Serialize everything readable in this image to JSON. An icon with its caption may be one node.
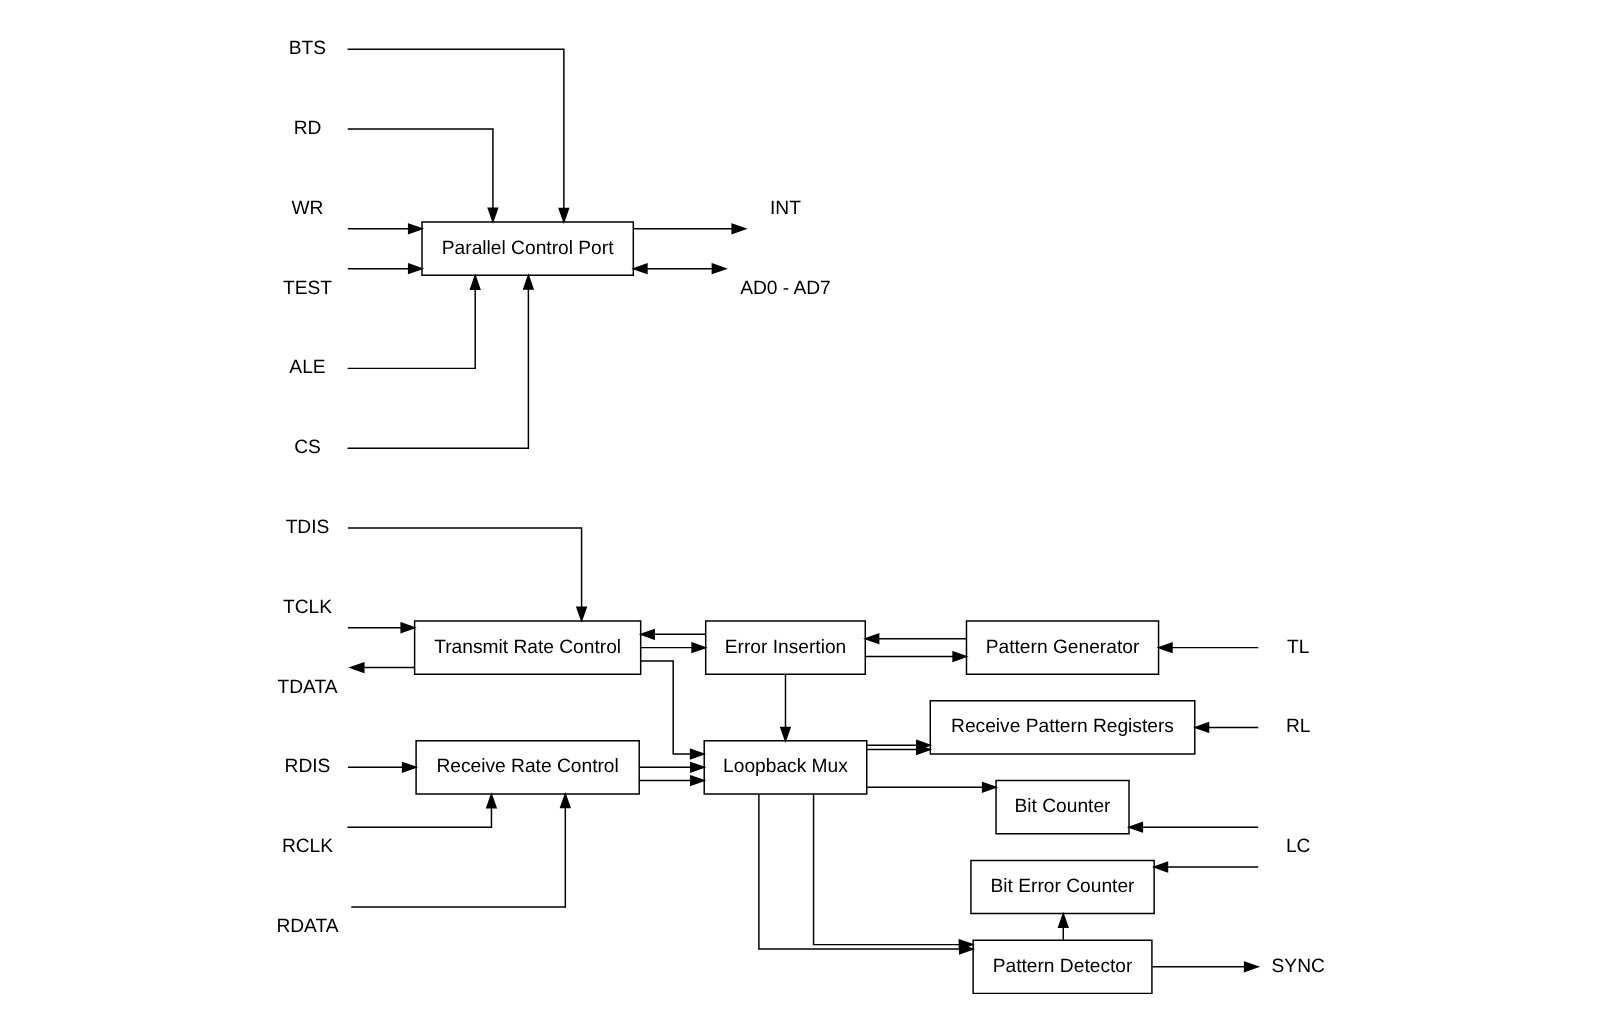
{
  "diagram": {
    "nodes": [
      {
        "text": [
          "RDIS"
        ]
      },
      {
        "text": [
          "RCLK"
        ]
      },
      {
        "text": [
          "RDATA"
        ]
      },
      {
        "text": [
          "Receive Rate Control"
        ]
      },
      {
        "text": [
          "Loopback Mux"
        ]
      },
      {
        "text": [
          "Bit Error Counter"
        ]
      },
      {
        "text": [
          "Bit Counter"
        ]
      },
      {
        "text": [
          "LC"
        ]
      },
      {
        "text": [
          "Pattern Detector"
        ]
      },
      {
        "text": [
          "SYNC"
        ]
      },
      {
        "text": [
          "Receive Pattern Registers"
        ]
      },
      {
        "text": [
          "RL"
        ]
      },
      {
        "text": [
          "TDIS"
        ]
      },
      {
        "text": [
          "TCLK"
        ]
      },
      {
        "text": [
          "TDATA"
        ]
      },
      {
        "text": [
          "Transmit Rate Control"
        ]
      },
      {
        "text": [
          "Error Insertion"
        ]
      },
      {
        "text": [
          "Pattern Generator"
        ]
      },
      {
        "text": [
          "TL"
        ]
      },
      {
        "text": [
          "Parallel Control Port"
        ]
      },
      {
        "text": [
          "BTS"
        ]
      },
      {
        "text": [
          "RD"
        ]
      },
      {
        "text": [
          "WR"
        ]
      },
      {
        "text": [
          "TEST"
        ]
      },
      {
        "text": [
          "ALE"
        ]
      },
      {
        "text": [
          "CS"
        ]
      },
      {
        "text": [
          "INT"
        ]
      },
      {
        "text": [
          "AD0 - AD7"
        ]
      }
    ],
    "edges": [
      {
        "from": 0,
        "to": 3,
        "arrow": "to"
      },
      {
        "from": 1,
        "to": 3,
        "arrow": "to"
      },
      {
        "from": 2,
        "to": 3,
        "arrow": "to"
      },
      {
        "from": 3,
        "to": 4,
        "arrow": "to"
      },
      {
        "from": 3,
        "to": 4,
        "arrow": "to"
      },
      {
        "from": 4,
        "to": 8,
        "arrow": "to"
      },
      {
        "from": 4,
        "to": 6,
        "arrow": "to"
      },
      {
        "from": 4,
        "to": 10,
        "arrow": "to"
      },
      {
        "from": 4,
        "to": 8,
        "arrow": "to"
      },
      {
        "from": 4,
        "to": 10,
        "arrow": "to"
      },
      {
        "from": 8,
        "to": 5,
        "arrow": "to"
      },
      {
        "from": 7,
        "to": 5,
        "arrow": "to"
      },
      {
        "from": 7,
        "to": 6,
        "arrow": "to"
      },
      {
        "from": 8,
        "to": 9,
        "arrow": "to"
      },
      {
        "from": 11,
        "to": 10,
        "arrow": "to"
      },
      {
        "from": 12,
        "to": 15,
        "arrow": "to"
      },
      {
        "from": 13,
        "to": 15,
        "arrow": "to"
      },
      {
        "from": 15,
        "to": 14,
        "arrow": "to"
      },
      {
        "from": 15,
        "to": 16,
        "arrow": "to"
      },
      {
        "from": 15,
        "to": 4,
        "arrow": "to"
      },
      {
        "from": 16,
        "to": 15,
        "arrow": "to"
      },
      {
        "from": 16,
        "to": 4,
        "arrow": "to"
      },
      {
        "from": 16,
        "to": 17,
        "arrow": "to"
      },
      {
        "from": 17,
        "to": 16,
        "arrow": "to"
      },
      {
        "from": 18,
        "to": 17,
        "arrow": "to"
      },
      {
        "from": 20,
        "to": 19,
        "arrow": "to"
      },
      {
        "from": 21,
        "to": 19,
        "arrow": "to"
      },
      {
        "from": 22,
        "to": 19,
        "arrow": "to"
      },
      {
        "from": 23,
        "to": 19,
        "arrow": "to"
      },
      {
        "from": 24,
        "to": 19,
        "arrow": "to"
      },
      {
        "from": 25,
        "to": 19,
        "arrow": "to"
      },
      {
        "from": 19,
        "to": 26,
        "arrow": "to"
      },
      {
        "from": 19,
        "to": 27,
        "arrow": "both"
      }
    ]
  }
}
